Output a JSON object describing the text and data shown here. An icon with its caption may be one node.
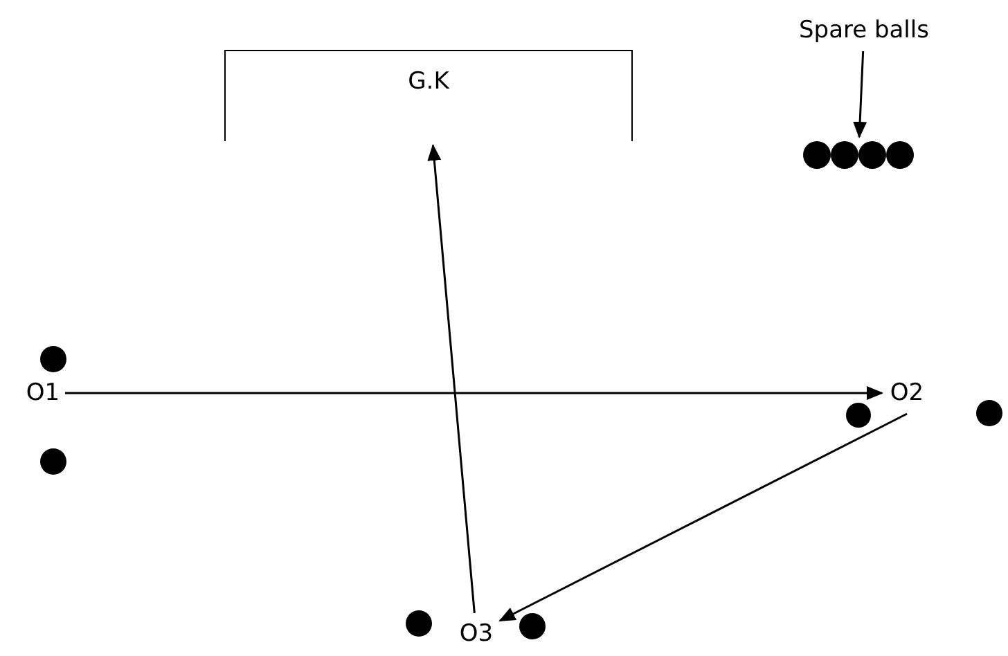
{
  "diagram": {
    "nodes": [
      {
        "text": [
          "G.K"
        ]
      },
      {
        "text": [
          "Spare balls"
        ]
      },
      {
        "text": [],
        "shape": "circle"
      },
      {
        "text": [],
        "shape": "circle"
      },
      {
        "text": [
          "O1"
        ]
      },
      {
        "text": [],
        "shape": "circle"
      },
      {
        "text": [],
        "shape": "circle"
      },
      {
        "text": [
          "O2"
        ]
      },
      {
        "text": [],
        "shape": "circle"
      },
      {
        "text": [],
        "shape": "circle"
      },
      {
        "text": [
          "O3"
        ]
      },
      {
        "text": [],
        "shape": "circle"
      }
    ],
    "edges": [
      {
        "from": 1,
        "to": 2,
        "arrow": "to"
      },
      {
        "from": 4,
        "to": 7,
        "arrow": "to"
      },
      {
        "from": 7,
        "to": 10,
        "arrow": "to"
      },
      {
        "from": 10,
        "to": 0,
        "arrow": "to"
      }
    ]
  }
}
